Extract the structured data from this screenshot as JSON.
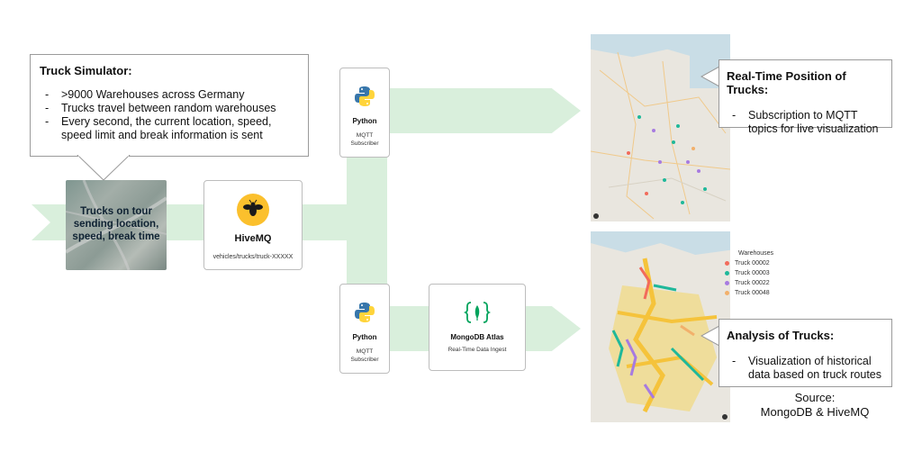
{
  "simulator_callout": {
    "title": "Truck Simulator:",
    "bullets": [
      ">9000 Warehouses across Germany",
      "Trucks travel between random warehouses",
      "Every second, the current location, speed, speed limit and break information is sent"
    ]
  },
  "trucks_tile": {
    "label": "Trucks on tour sending location, speed, break time"
  },
  "hivemq_card": {
    "name": "HiveMQ",
    "topic": "vehicles/trucks/truck-XXXXX"
  },
  "python_top": {
    "name": "Python",
    "role": "MQTT Subscriber"
  },
  "python_bottom": {
    "name": "Python",
    "role": "MQTT Subscriber"
  },
  "mongodb_card": {
    "name": "MongoDB Atlas",
    "role": "Real-Time Data Ingest"
  },
  "realtime_callout": {
    "title": "Real-Time Position of Trucks:",
    "bullets": [
      "Subscription to MQTT topics for live visualization"
    ]
  },
  "analysis_callout": {
    "title": "Analysis of Trucks:",
    "bullets": [
      "Visualization of historical data based on truck routes"
    ]
  },
  "legend": {
    "items": [
      {
        "label": "Warehouses",
        "color": ""
      },
      {
        "label": "Truck 00002",
        "color": "#f26b5b"
      },
      {
        "label": "Truck 00003",
        "color": "#1fb89a"
      },
      {
        "label": "Truck 00022",
        "color": "#a77be0"
      },
      {
        "label": "Truck 00048",
        "color": "#f2b06b"
      }
    ]
  },
  "source": {
    "line1": "Source:",
    "line2": "MongoDB & HiveMQ"
  },
  "colors": {
    "flow": "#d9efdc",
    "hivemq_yellow": "#fbc02d",
    "mongo_green": "#00a35c",
    "python_blue": "#3776ab",
    "python_yellow": "#ffd43b"
  },
  "icons": [
    "hivemq-bee-icon",
    "python-logo-icon",
    "mongodb-leaf-icon",
    "map-info-icon"
  ]
}
